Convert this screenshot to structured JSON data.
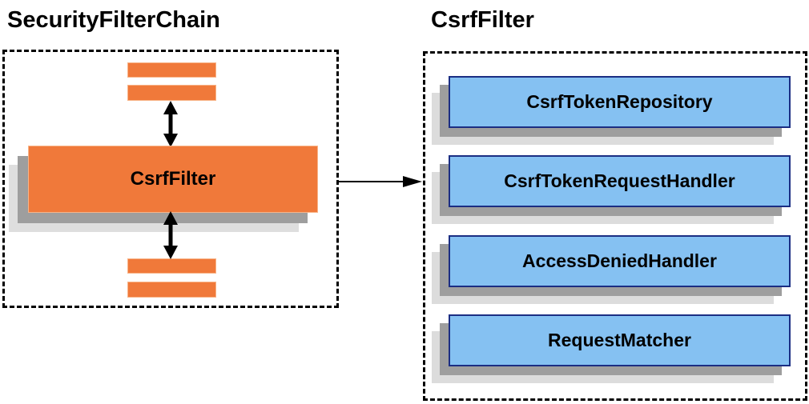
{
  "left_panel": {
    "title": "SecurityFilterChain",
    "main_box_label": "CsrfFilter"
  },
  "right_panel": {
    "title": "CsrfFilter",
    "components": [
      "CsrfTokenRepository",
      "CsrfTokenRequestHandler",
      "AccessDeniedHandler",
      "RequestMatcher"
    ]
  },
  "colors": {
    "orange_fill": "#F0793A",
    "blue_fill": "#85C1F2",
    "blue_border": "#1B2E83",
    "shadow_dark": "#9E9E9E",
    "shadow_light": "#DCDCDC",
    "dashed_border": "#000000",
    "arrow": "#000000",
    "text": "#000000"
  }
}
